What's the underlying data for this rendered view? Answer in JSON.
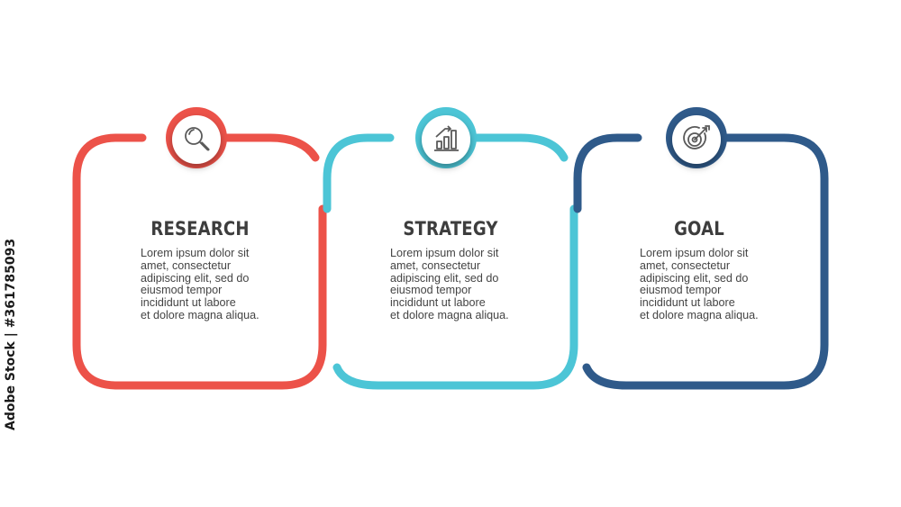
{
  "colors": {
    "research": "#ec5249",
    "strategy": "#4cc5d6",
    "goal": "#2f5a8a",
    "title_text": "#3d3d3d",
    "body_text": "#444444",
    "icon_stroke": "#5a5a5a"
  },
  "steps": [
    {
      "title": "RESEARCH",
      "body": "Lorem ipsum dolor sit\namet, consectetur\nadipiscing elit, sed do\neiusmod tempor\nincididunt ut labore\net dolore magna aliqua.",
      "icon": "magnifier-icon"
    },
    {
      "title": "STRATEGY",
      "body": "Lorem ipsum dolor sit\namet, consectetur\nadipiscing elit, sed do\neiusmod tempor\nincididunt ut labore\net dolore magna aliqua.",
      "icon": "bar-chart-icon"
    },
    {
      "title": "GOAL",
      "body": "Lorem ipsum dolor sit\namet, consectetur\nadipiscing elit, sed do\neiusmod tempor\nincididunt ut labore\net dolore magna aliqua.",
      "icon": "target-icon"
    }
  ],
  "watermark": "Adobe Stock | #361785093"
}
